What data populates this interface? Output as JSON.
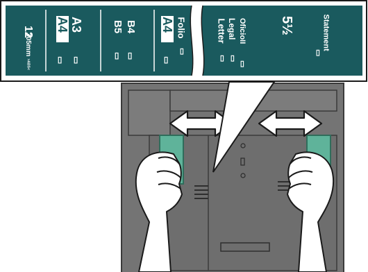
{
  "size_strip": {
    "labels": {
      "range_12": "12",
      "range_305": "305mm",
      "abs": ">ABS<",
      "a4_top": "A4",
      "a3": "A3",
      "b5": "B5",
      "b4": "B4",
      "a4_folio": "A4",
      "folio": "Folio",
      "letter": "Letter",
      "legal": "Legal",
      "oficio": "OficioII",
      "five_half": "5½",
      "statement": "Statement"
    },
    "orientation_glyph": "▭"
  },
  "colors": {
    "strip_bg": "#1a5a5e",
    "tray_body": "#747474",
    "guide_green": "#5fb39a",
    "arrow_fill": "#ffffff"
  }
}
